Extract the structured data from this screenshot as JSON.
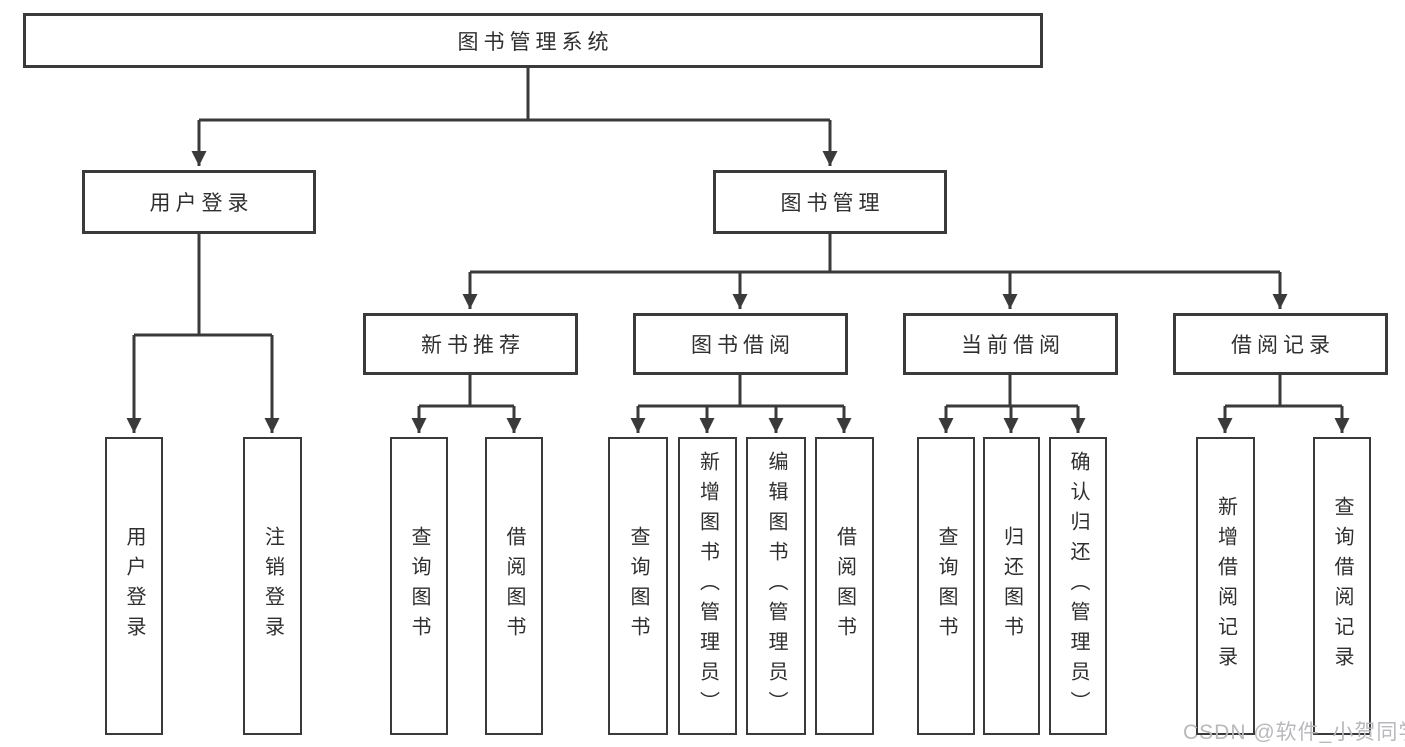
{
  "diagram": {
    "root": {
      "label": "图书管理系统"
    },
    "level2": {
      "user_login": {
        "label": "用户登录"
      },
      "book_mgmt": {
        "label": "图书管理"
      }
    },
    "level3": {
      "new_books": {
        "label": "新书推荐"
      },
      "book_borrow": {
        "label": "图书借阅"
      },
      "current_borrow": {
        "label": "当前借阅"
      },
      "borrow_records": {
        "label": "借阅记录"
      }
    },
    "leaves": {
      "user_login_leaf": {
        "label": "用户登录"
      },
      "logout": {
        "label": "注销登录"
      },
      "nb_query": {
        "label": "查询图书"
      },
      "nb_borrow": {
        "label": "借阅图书"
      },
      "bb_query": {
        "label": "查询图书"
      },
      "bb_add": {
        "label": "新增图书（管理员）"
      },
      "bb_edit": {
        "label": "编辑图书（管理员）"
      },
      "bb_borrow": {
        "label": "借阅图书"
      },
      "cb_query": {
        "label": "查询图书"
      },
      "cb_return": {
        "label": "归还图书"
      },
      "cb_confirm": {
        "label": "确认归还（管理员）"
      },
      "br_add": {
        "label": "新增借阅记录"
      },
      "br_query": {
        "label": "查询借阅记录"
      }
    }
  },
  "watermark": "CSDN @软件_小贺同学",
  "colors": {
    "line": "#3a3a3a",
    "text": "#2f2f2f",
    "watermark": "#b9b9bd",
    "background": "#ffffff"
  }
}
